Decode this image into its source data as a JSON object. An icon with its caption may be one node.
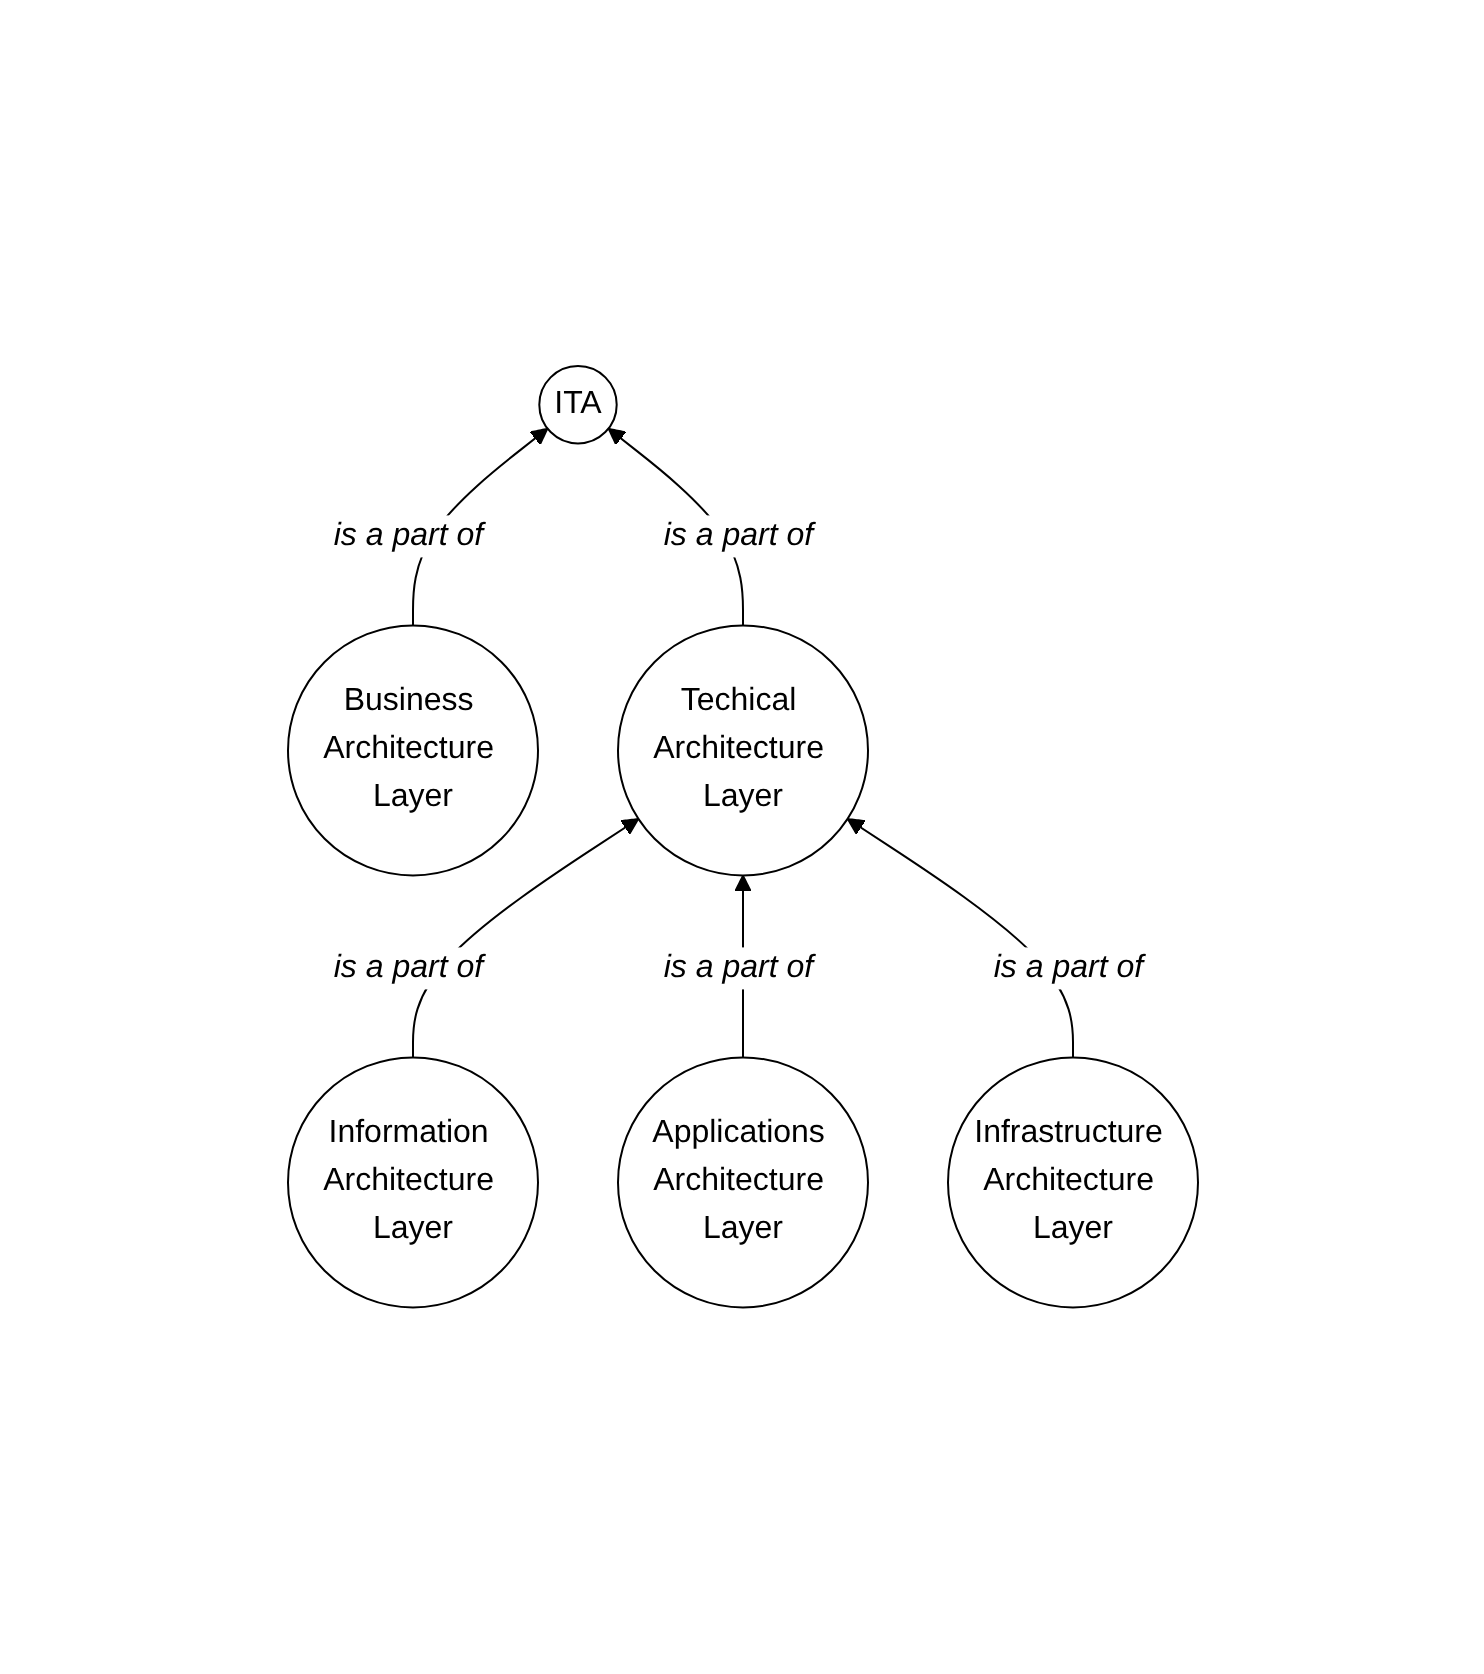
{
  "diagram": {
    "nodes": [
      {
        "text": [
          "ITA"
        ]
      },
      {
        "text": [
          "Business Architecture Layer"
        ]
      },
      {
        "text": [
          "Techical Architecture Layer"
        ]
      },
      {
        "text": [
          "Information Architecture Layer"
        ]
      },
      {
        "text": [
          "Applications Architecture Layer"
        ]
      },
      {
        "text": [
          "Infrastructure Architecture Layer"
        ]
      }
    ],
    "edges": [
      {
        "from": 1,
        "to": 0,
        "arrow": "to",
        "label": "is a part of"
      },
      {
        "from": 2,
        "to": 0,
        "arrow": "to",
        "label": "is a part of"
      },
      {
        "from": 3,
        "to": 2,
        "arrow": "to",
        "label": "is a part of"
      },
      {
        "from": 4,
        "to": 2,
        "arrow": "to",
        "label": "is a part of"
      },
      {
        "from": 5,
        "to": 2,
        "arrow": "to",
        "label": "is a part of"
      }
    ]
  }
}
